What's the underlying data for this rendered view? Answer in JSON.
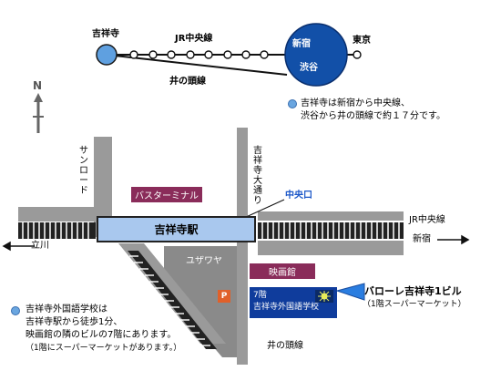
{
  "colors": {
    "line_gray": "#9a9a9a",
    "box_gray": "#8a8a8a",
    "kichijoji_dot": "#5fa0e0",
    "big_circle": "#1250a8",
    "magenta": "#8a2c5a",
    "navy": "#0f3c9c",
    "station_fill": "#a9c8ee",
    "parking": "#e0602a",
    "note_dot": "#6aa6e0"
  },
  "route_map": {
    "kichijoji": "吉祥寺",
    "chuo_line": "JR中央線",
    "inokashira_line": "井の頭線",
    "shinjuku": "新宿",
    "shibuya": "渋谷",
    "tokyo": "東京",
    "note_line1": "吉祥寺は新宿から中央線、",
    "note_line2": "渋谷から井の頭線で約１７分です。"
  },
  "compass": {
    "north": "N"
  },
  "street_map": {
    "sun_road": "サンロード",
    "kichijoji_dori": "吉祥寺大通り",
    "bus_terminal": "バスターミナル",
    "central_exit": "中央口",
    "station_name": "吉祥寺駅",
    "chuo_line": "JR中央線",
    "to_tachikawa": "立川",
    "to_shinjuku": "新宿",
    "yuzawaya": "ユザワヤ",
    "parking": "P",
    "cinema": "映画館",
    "school_box_line1": "7階",
    "school_box_line2": "吉祥寺外国語学校",
    "building_name": "バローレ吉祥寺1ビル",
    "building_note": "（1階スーパーマーケット）",
    "inokashira_line": "井の頭線"
  },
  "directions": {
    "line1": "吉祥寺外国語学校は",
    "line2": "吉祥寺駅から徒歩1分、",
    "line3": "映画館の隣のビルの7階にあります。",
    "line4": "（1階にスーパーマーケットがあります。）"
  }
}
